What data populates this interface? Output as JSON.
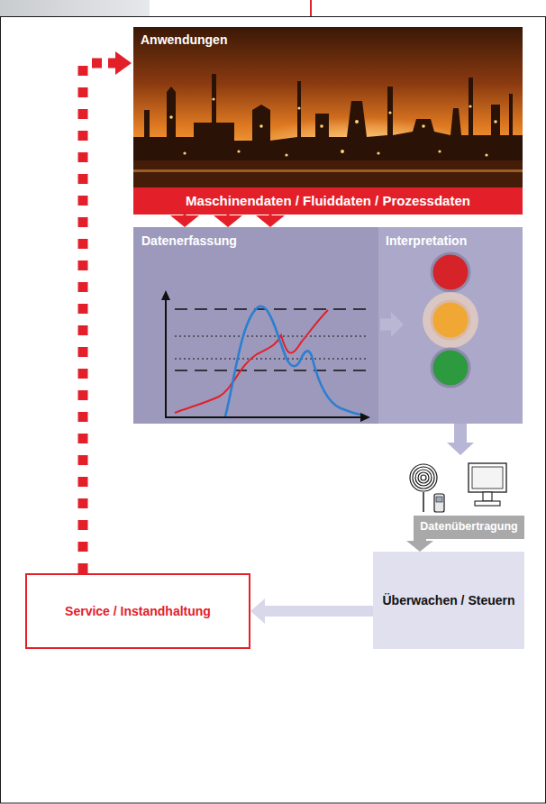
{
  "diagram": {
    "nodes": [
      {
        "text": [
          "Anwendungen"
        ]
      },
      {
        "text": [
          "Maschinendaten / Fluiddaten / Prozessdaten"
        ]
      },
      {
        "text": [
          "Datenerfassung"
        ]
      },
      {
        "text": [
          "Interpretation"
        ]
      },
      {
        "text": [
          "Datenübertragung"
        ]
      },
      {
        "text": [
          "Überwachen / Steuern"
        ]
      },
      {
        "text": [
          "Service / Instandhaltung"
        ]
      }
    ],
    "edges": [
      {
        "from": 1,
        "to": 2,
        "arrow": "to"
      },
      {
        "from": 1,
        "to": 2,
        "arrow": "to"
      },
      {
        "from": 1,
        "to": 2,
        "arrow": "to"
      },
      {
        "from": 2,
        "to": 3,
        "arrow": "to"
      },
      {
        "from": 3,
        "to": 4,
        "arrow": "to"
      },
      {
        "from": 4,
        "to": 5,
        "arrow": "to"
      },
      {
        "from": 5,
        "to": 6,
        "arrow": "to"
      },
      {
        "from": 6,
        "to": 0,
        "arrow": "to"
      }
    ]
  }
}
